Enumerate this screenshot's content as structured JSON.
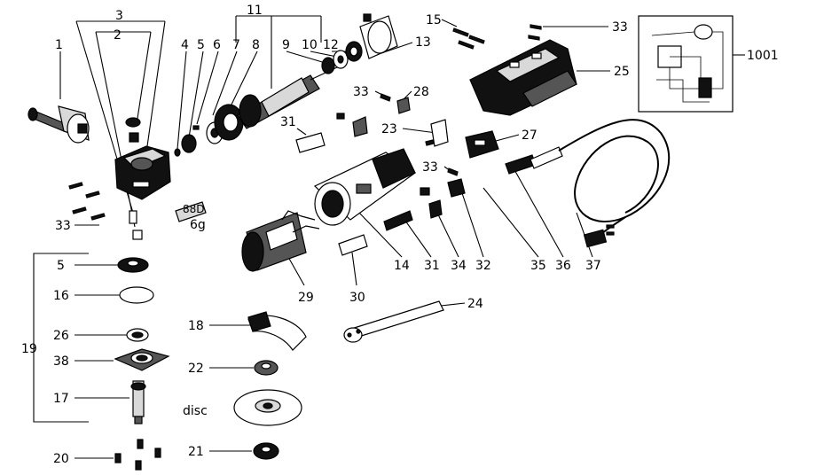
{
  "labels": {
    "p1": "1",
    "p2": "2",
    "p3": "3",
    "p4": "4",
    "p5": "5",
    "p6": "6",
    "p7": "7",
    "p8": "8",
    "p9": "9",
    "p10": "10",
    "p11": "11",
    "p12": "12",
    "p13": "13",
    "p14": "14",
    "p15": "15",
    "p16": "16",
    "p17": "17",
    "p18": "18",
    "p19": "19",
    "p20": "20",
    "p21": "21",
    "p22": "22",
    "p23": "23",
    "p24": "24",
    "p25": "25",
    "p26": "26",
    "p27": "27",
    "p28": "28",
    "p29": "29",
    "p30": "30",
    "p31a": "31",
    "p31b": "31",
    "p32": "32",
    "p33a": "33",
    "p33b": "33",
    "p33c": "33",
    "p33d": "33",
    "p34": "34",
    "p35": "35",
    "p36": "36",
    "p37": "37",
    "p38": "38",
    "p5b": "5",
    "p1001": "1001",
    "disc": "disc",
    "grease_text": "88D",
    "grease_weight": "6g"
  },
  "colors": {
    "ink": "#000000",
    "shade": "#555555",
    "fill_light": "#d9d9d9",
    "background": "#ffffff"
  }
}
